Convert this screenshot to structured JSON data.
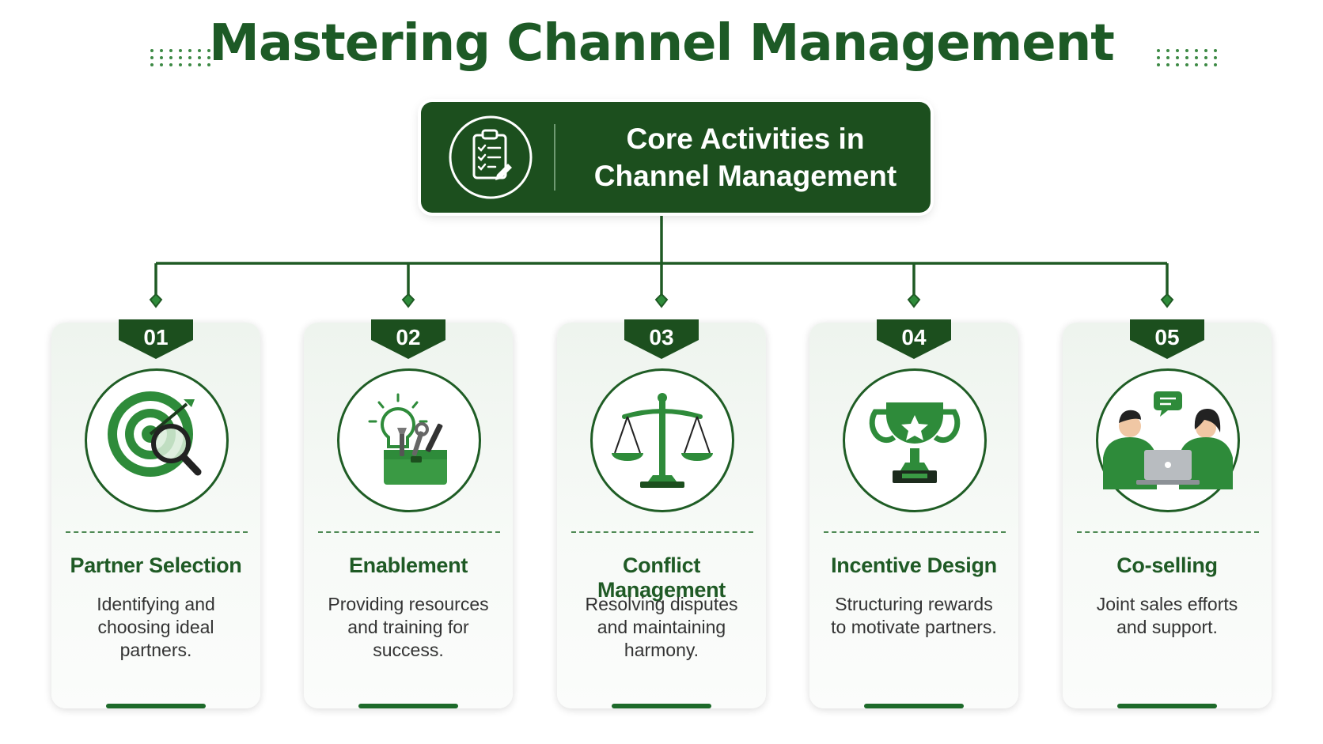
{
  "title": "Mastering Channel Management",
  "core": {
    "label": "Core Activities in\nChannel Management",
    "icon": "clipboard-checklist-icon"
  },
  "colors": {
    "primary": "#1c4f1e",
    "accent": "#2e8b3a",
    "title": "#1d5a26"
  },
  "cards": [
    {
      "number": "01",
      "title": "Partner Selection",
      "description": "Identifying and choosing ideal partners.",
      "icon": "target-magnifier-icon"
    },
    {
      "number": "02",
      "title": "Enablement",
      "description": "Providing resources and training for success.",
      "icon": "lightbulb-toolbox-icon"
    },
    {
      "number": "03",
      "title": "Conflict Management",
      "description": "Resolving disputes and maintaining harmony.",
      "icon": "balance-scale-icon"
    },
    {
      "number": "04",
      "title": "Incentive Design",
      "description": "Structuring rewards to motivate partners.",
      "icon": "trophy-icon"
    },
    {
      "number": "05",
      "title": "Co-selling",
      "description": "Joint sales efforts and support.",
      "icon": "two-people-laptop-icon"
    }
  ]
}
